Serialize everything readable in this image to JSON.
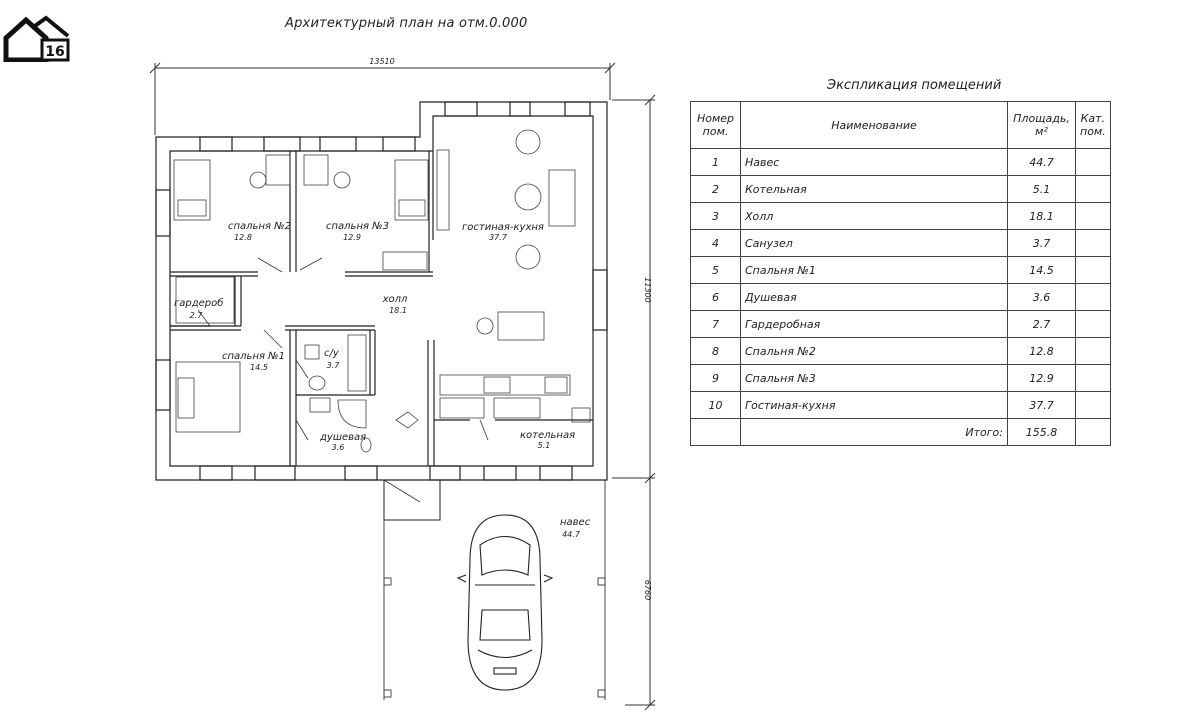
{
  "logo": {
    "text": "16"
  },
  "plan_title": "Архитектурный план на отм.0.000",
  "dimensions": {
    "width": "13510",
    "height_house": "11300",
    "height_carport": "6760"
  },
  "rooms": [
    {
      "id": "bedroom2",
      "name": "спальня №2",
      "area": "12.8"
    },
    {
      "id": "bedroom3",
      "name": "спальня №3",
      "area": "12.9"
    },
    {
      "id": "living",
      "name": "гостиная-кухня",
      "area": "37.7"
    },
    {
      "id": "wardrobe",
      "name": "гардероб",
      "area": "2.7"
    },
    {
      "id": "hall",
      "name": "холл",
      "area": "18.1"
    },
    {
      "id": "bedroom1",
      "name": "спальня №1",
      "area": "14.5"
    },
    {
      "id": "wc",
      "name": "с/у",
      "area": "3.7"
    },
    {
      "id": "shower",
      "name": "душевая",
      "area": "3.6"
    },
    {
      "id": "boiler",
      "name": "котельная",
      "area": "5.1"
    },
    {
      "id": "carport",
      "name": "навес",
      "area": "44.7"
    }
  ],
  "explication": {
    "title": "Экспликация помещений",
    "headers": {
      "num": "Номер пом.",
      "name": "Наименование",
      "area": "Площадь, м²",
      "cat": "Кат. пом."
    },
    "rows": [
      {
        "num": "1",
        "name": "Навес",
        "area": "44.7",
        "cat": ""
      },
      {
        "num": "2",
        "name": "Котельная",
        "area": "5.1",
        "cat": ""
      },
      {
        "num": "3",
        "name": "Холл",
        "area": "18.1",
        "cat": ""
      },
      {
        "num": "4",
        "name": "Санузел",
        "area": "3.7",
        "cat": ""
      },
      {
        "num": "5",
        "name": "Спальня №1",
        "area": "14.5",
        "cat": ""
      },
      {
        "num": "6",
        "name": "Душевая",
        "area": "3.6",
        "cat": ""
      },
      {
        "num": "7",
        "name": "Гардеробная",
        "area": "2.7",
        "cat": ""
      },
      {
        "num": "8",
        "name": "Спальня №2",
        "area": "12.8",
        "cat": ""
      },
      {
        "num": "9",
        "name": "Спальня №3",
        "area": "12.9",
        "cat": ""
      },
      {
        "num": "10",
        "name": "Гостиная-кухня",
        "area": "37.7",
        "cat": ""
      }
    ],
    "total_label": "Итого:",
    "total_value": "155.8"
  }
}
